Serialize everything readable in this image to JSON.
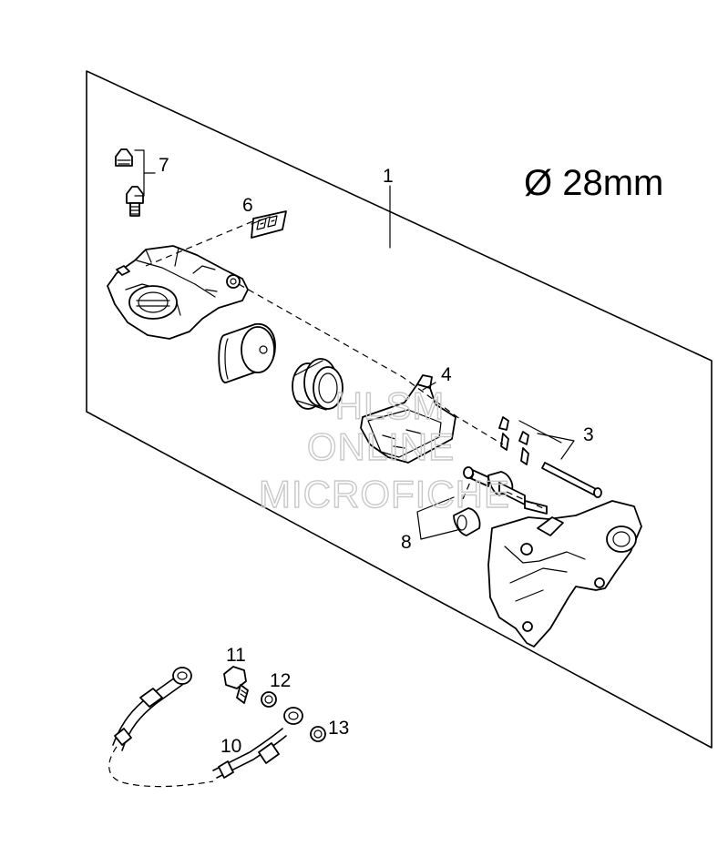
{
  "diagram": {
    "diameter_label": "Ø 28mm",
    "callouts": [
      {
        "id": "1",
        "label": "1"
      },
      {
        "id": "3",
        "label": "3"
      },
      {
        "id": "4",
        "label": "4"
      },
      {
        "id": "6",
        "label": "6"
      },
      {
        "id": "7",
        "label": "7"
      },
      {
        "id": "8",
        "label": "8"
      },
      {
        "id": "10",
        "label": "10"
      },
      {
        "id": "11",
        "label": "11"
      },
      {
        "id": "12",
        "label": "12"
      },
      {
        "id": "13",
        "label": "13"
      }
    ],
    "watermark": {
      "line1": "HLSM",
      "line2": "ONLINE",
      "line3": "MICROFICHE"
    }
  }
}
